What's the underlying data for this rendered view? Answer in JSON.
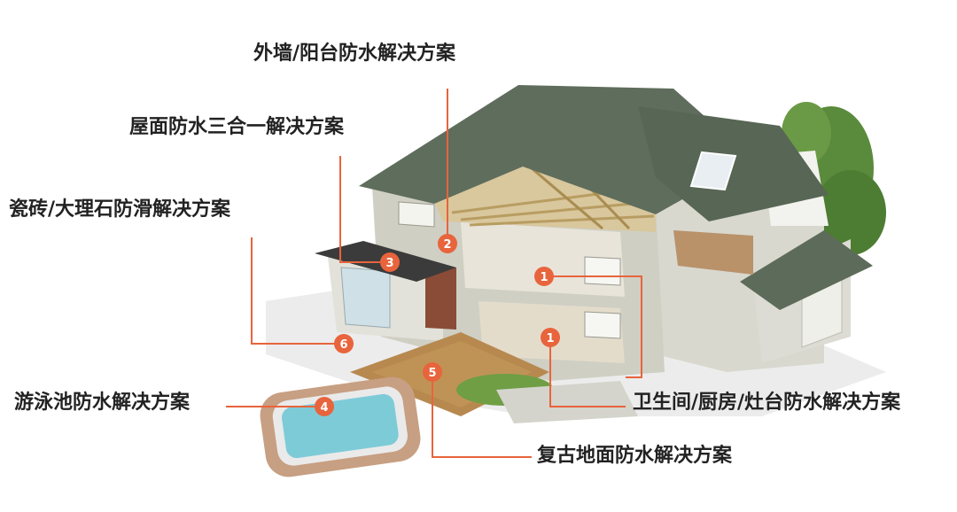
{
  "colors": {
    "accent": "#e8643c",
    "label_text": "#222222",
    "roof": "#5f6d5c",
    "wall": "#cfcfc4",
    "pool_water": "#7ecbd8"
  },
  "labels": {
    "exterior_wall_balcony": "外墙/阳台防水解决方案",
    "roof_three_in_one": "屋面防水三合一解决方案",
    "tile_marble_antislip": "瓷砖/大理石防滑解决方案",
    "pool": "游泳池防水解决方案",
    "bath_kitchen_stove": "卫生间/厨房/灶台防水解决方案",
    "retro_floor": "复古地面防水解决方案"
  },
  "markers": [
    {
      "id": "m2",
      "number": "2"
    },
    {
      "id": "m3",
      "number": "3"
    },
    {
      "id": "m1a",
      "number": "1"
    },
    {
      "id": "m1b",
      "number": "1"
    },
    {
      "id": "m6",
      "number": "6"
    },
    {
      "id": "m5",
      "number": "5"
    },
    {
      "id": "m4",
      "number": "4"
    }
  ]
}
